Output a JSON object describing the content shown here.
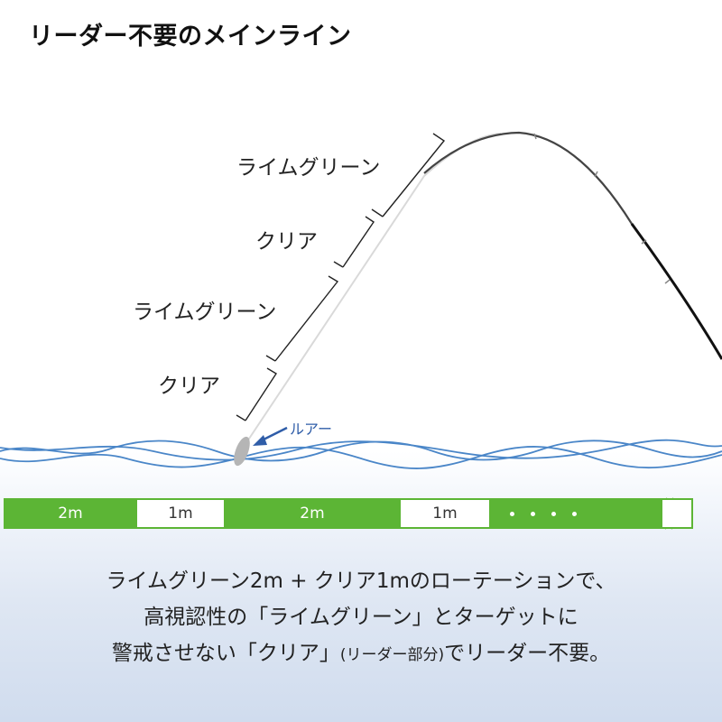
{
  "title": "リーダー不要のメインライン",
  "segment_labels": [
    "ライムグリーン",
    "クリア",
    "ライムグリーン",
    "クリア"
  ],
  "lure_label": "ルアー",
  "line_bar": {
    "segments": [
      "2m",
      "1m",
      "2m",
      "1m"
    ]
  },
  "description": {
    "line1": "ライムグリーン2m + クリア1mのローテーションで、",
    "line2": "高視認性の「ライムグリーン」とターゲットに",
    "line3_a": "警戒させない「クリア」",
    "line3_b": "(リーダー部分)",
    "line3_c": "でリーダー不要。"
  },
  "colors": {
    "lime_green": "#5cb535",
    "water": "#4a86c8",
    "lure_arrow": "#2f5da8"
  },
  "icons": [
    "fishing-rod-icon",
    "lure-icon",
    "wave-icon",
    "arrow-icon",
    "bracket-icon",
    "break-mark-icon"
  ]
}
